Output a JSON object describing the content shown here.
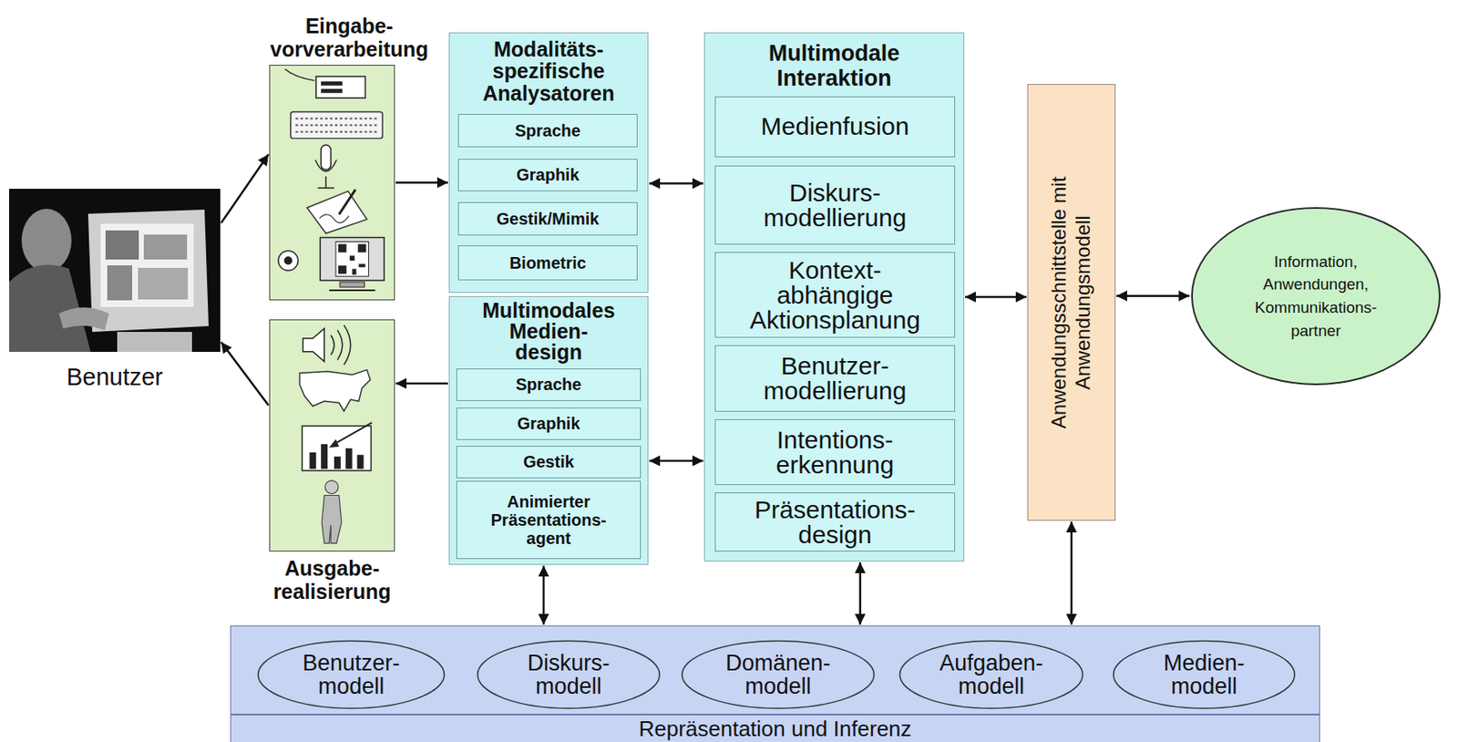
{
  "diagram": {
    "nodes": [
      {
        "text": [
          "Benutzer"
        ]
      },
      {
        "text": [
          "Eingabe- vorverarbeitung"
        ]
      },
      {
        "text": [
          "Ausgabe- realisierung"
        ]
      },
      {
        "text": [
          "Modalitäts- spezifische Analysatoren"
        ]
      },
      {
        "text": [
          "Sprache"
        ],
        "in": 3
      },
      {
        "text": [
          "Graphik"
        ],
        "in": 3
      },
      {
        "text": [
          "Gestik/Mimik"
        ],
        "in": 3
      },
      {
        "text": [
          "Biometric"
        ],
        "in": 3
      },
      {
        "text": [
          "Multimodales Medien- design"
        ]
      },
      {
        "text": [
          "Sprache"
        ],
        "in": 8
      },
      {
        "text": [
          "Graphik"
        ],
        "in": 8
      },
      {
        "text": [
          "Gestik"
        ],
        "in": 8
      },
      {
        "text": [
          "Animierter Präsentations- agent"
        ],
        "in": 8
      },
      {
        "text": [
          "Multimodale Interaktion"
        ]
      },
      {
        "text": [
          "Medienfusion"
        ],
        "in": 13
      },
      {
        "text": [
          "Diskurs- modellierung"
        ],
        "in": 13
      },
      {
        "text": [
          "Kontext- abhängige Aktionsplanung"
        ],
        "in": 13
      },
      {
        "text": [
          "Benutzer- modellierung"
        ],
        "in": 13
      },
      {
        "text": [
          "Intentions- erkennung"
        ],
        "in": 13
      },
      {
        "text": [
          "Präsentations- design"
        ],
        "in": 13
      },
      {
        "text": [
          "Anwendungsschnittstelle mit Anwendungsmodell"
        ]
      },
      {
        "text": [
          "Information, Anwendungen, Kommunikations- partner"
        ]
      },
      {
        "text": [
          "Repräsentation und Inferenz"
        ]
      },
      {
        "text": [
          "Benutzer- modell"
        ],
        "in": 22
      },
      {
        "text": [
          "Diskurs- modell"
        ],
        "in": 22
      },
      {
        "text": [
          "Domänen- modell"
        ],
        "in": 22
      },
      {
        "text": [
          "Aufgaben- modell"
        ],
        "in": 22
      },
      {
        "text": [
          "Medien- modell"
        ],
        "in": 22
      }
    ],
    "edges": [
      {
        "from": 0,
        "to": 1,
        "arrow": "to"
      },
      {
        "from": 2,
        "to": 0,
        "arrow": "to"
      },
      {
        "from": 1,
        "to": 3,
        "arrow": "to"
      },
      {
        "from": 8,
        "to": 2,
        "arrow": "to"
      },
      {
        "from": 3,
        "to": 13,
        "arrow": "both"
      },
      {
        "from": 8,
        "to": 13,
        "arrow": "both"
      },
      {
        "from": 13,
        "to": 20,
        "arrow": "both"
      },
      {
        "from": 20,
        "to": 21,
        "arrow": "both"
      },
      {
        "from": 8,
        "to": 22,
        "arrow": "both"
      },
      {
        "from": 13,
        "to": 22,
        "arrow": "both"
      },
      {
        "from": 20,
        "to": 22,
        "arrow": "both"
      }
    ]
  }
}
